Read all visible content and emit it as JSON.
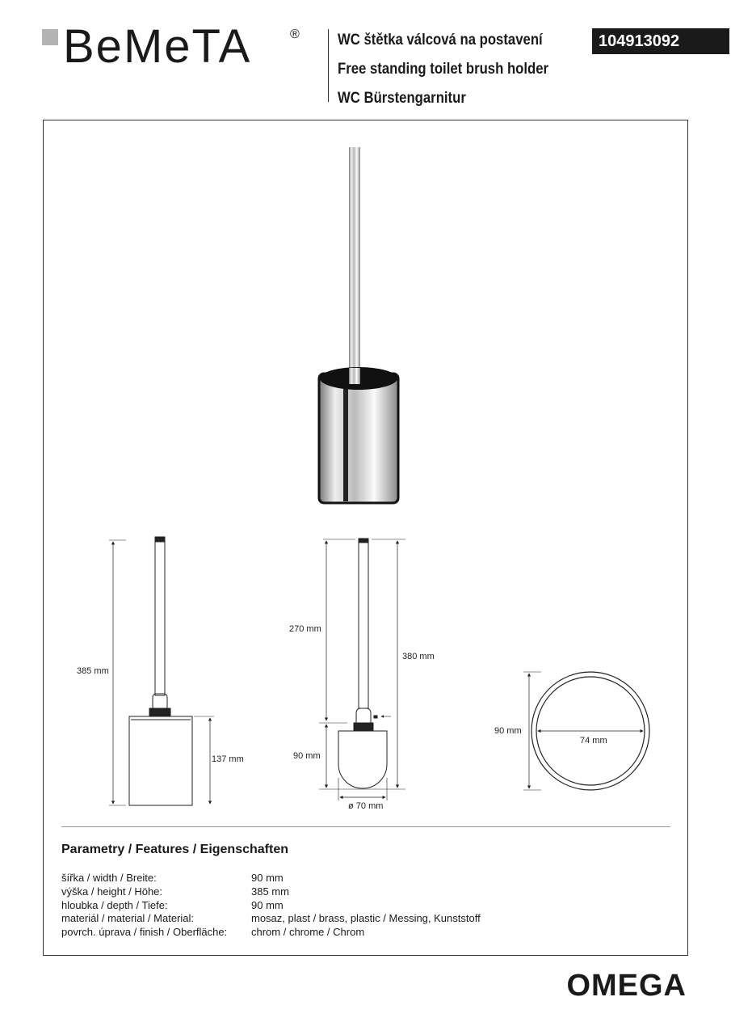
{
  "header": {
    "logo_text": "BeMeTA",
    "logo_reg": "®",
    "title_cz": "WC štětka válcová na postavení",
    "title_en": "Free standing toilet brush holder",
    "title_de": "WC Bürstengarnitur",
    "product_code": "104913092"
  },
  "dimensions": {
    "side_total": "385 mm",
    "side_base": "137 mm",
    "brush_handle": "270 mm",
    "brush_total": "380 mm",
    "brush_head": "90 mm",
    "brush_diameter": "ø 70 mm",
    "top_outer": "90 mm",
    "top_inner": "74 mm"
  },
  "features": {
    "title": "Parametry / Features / Eigenschaften",
    "rows": [
      {
        "label": "šířka / width / Breite:",
        "value": "90 mm"
      },
      {
        "label": "výška / height / Höhe:",
        "value": "385 mm"
      },
      {
        "label": "hloubka / depth / Tiefe:",
        "value": "90 mm"
      },
      {
        "label": "materiál / material / Material:",
        "value": "mosaz, plast / brass, plastic / Messing, Kunststoff"
      },
      {
        "label": "povrch. úprava / finish / Oberfläche:",
        "value": "chrom / chrome / Chrom"
      }
    ]
  },
  "footer": {
    "series": "OMEGA"
  }
}
